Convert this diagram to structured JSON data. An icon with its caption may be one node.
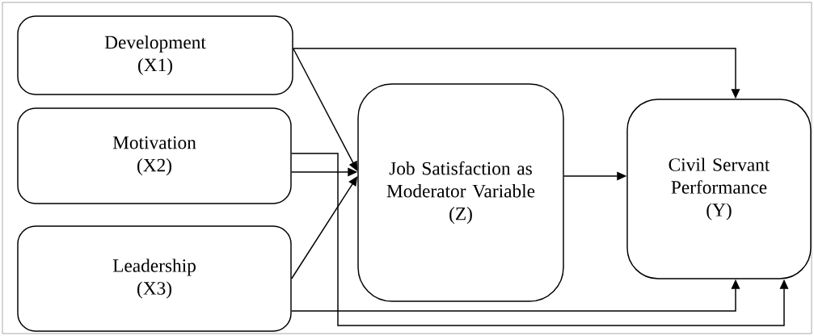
{
  "diagram": {
    "nodes": [
      {
        "text": [
          "Development",
          "(X1)"
        ]
      },
      {
        "text": [
          "Motivation",
          "(X2)"
        ]
      },
      {
        "text": [
          "Leadership",
          "(X3)"
        ]
      },
      {
        "text": [
          "Job Satisfaction as Moderator Variable",
          "(Z)"
        ]
      },
      {
        "text": [
          "Civil Servant Performance",
          "(Y)"
        ]
      }
    ],
    "edges": [
      {
        "from": 0,
        "to": 3,
        "arrow": "to"
      },
      {
        "from": 0,
        "to": 4,
        "arrow": "to"
      },
      {
        "from": 1,
        "to": 3,
        "arrow": "to"
      },
      {
        "from": 1,
        "to": 4,
        "arrow": "to"
      },
      {
        "from": 2,
        "to": 3,
        "arrow": "to"
      },
      {
        "from": 2,
        "to": 4,
        "arrow": "to"
      },
      {
        "from": 3,
        "to": 4,
        "arrow": "to"
      }
    ]
  }
}
